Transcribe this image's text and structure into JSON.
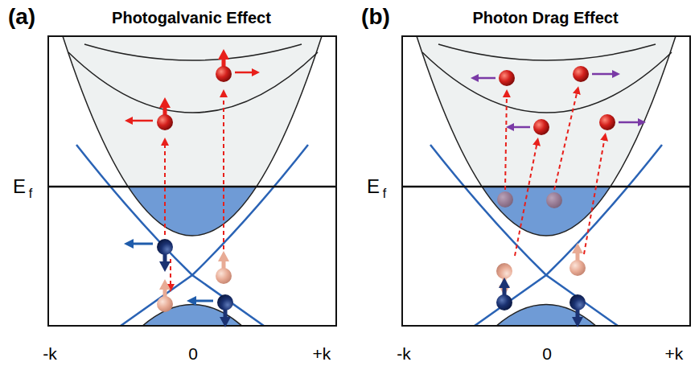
{
  "diagram": {
    "labels": [
      "(a)",
      "Photogalvanic Effect",
      "(b)",
      "Photon Drag Effect",
      "E",
      "f",
      "-k",
      "0",
      "+k",
      "E",
      "f",
      "-k",
      "0",
      "+k"
    ]
  }
}
